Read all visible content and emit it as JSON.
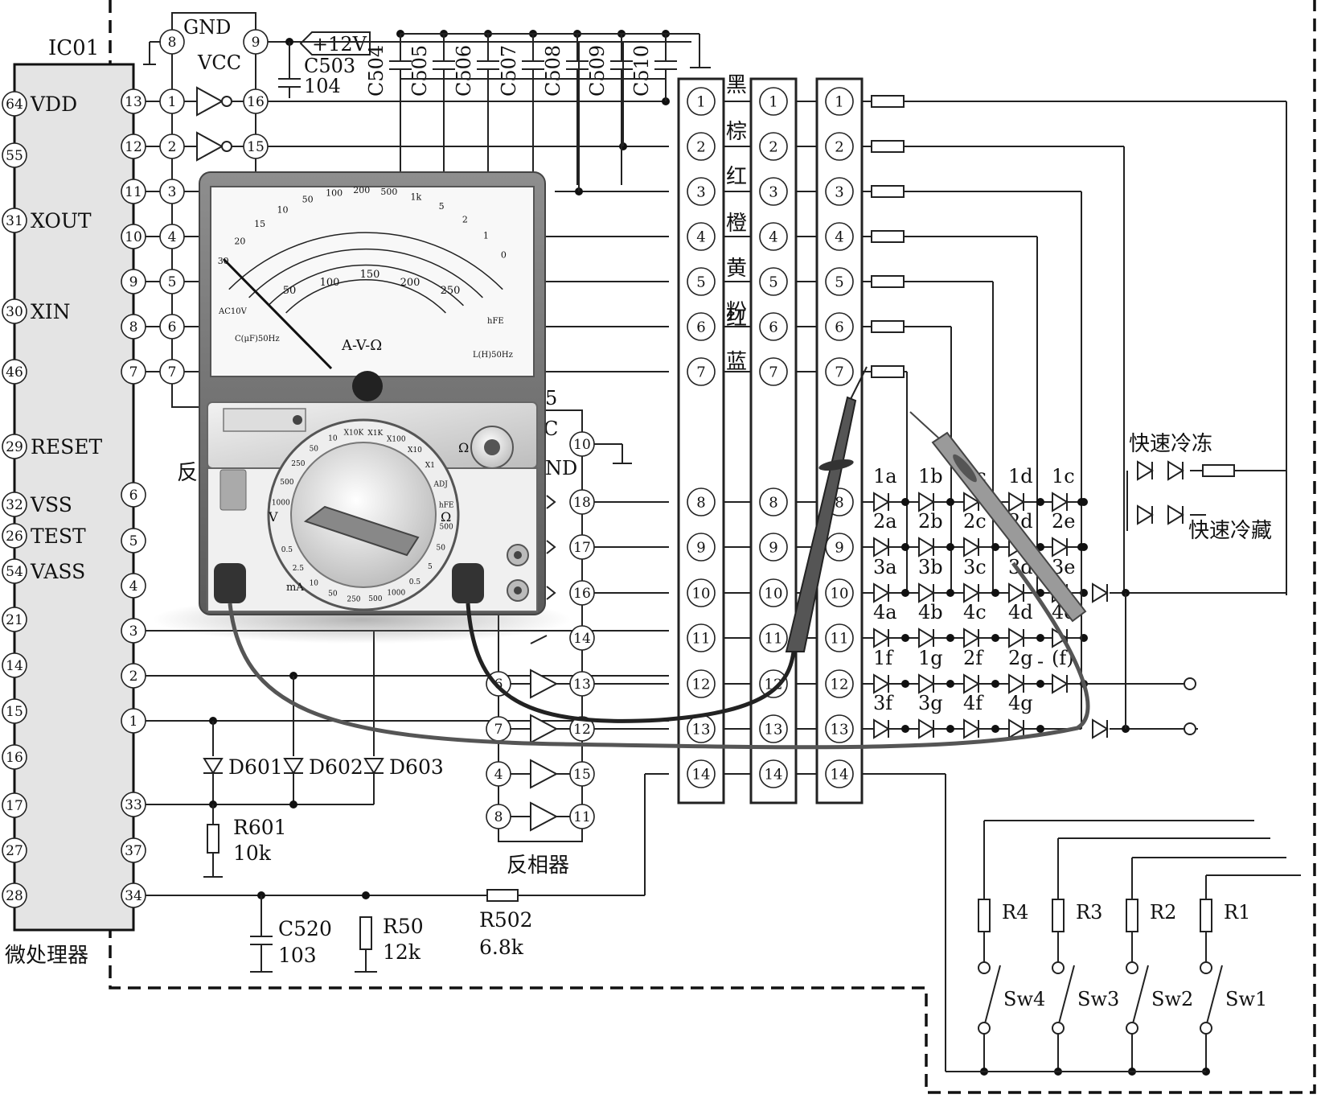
{
  "ic": {
    "ref": "IC01",
    "caption": "微处理器",
    "left_pins": [
      {
        "num": "64",
        "label": "VDD"
      },
      {
        "num": "55",
        "label": ""
      },
      {
        "num": "31",
        "label": "XOUT"
      },
      {
        "num": "30",
        "label": "XIN"
      },
      {
        "num": "46",
        "label": ""
      },
      {
        "num": "29",
        "label": "RESET"
      },
      {
        "num": "32",
        "label": "VSS"
      },
      {
        "num": "26",
        "label": "TEST"
      },
      {
        "num": "54",
        "label": "VASS"
      },
      {
        "num": "21",
        "label": ""
      },
      {
        "num": "14",
        "label": ""
      },
      {
        "num": "15",
        "label": ""
      },
      {
        "num": "16",
        "label": ""
      },
      {
        "num": "17",
        "label": ""
      },
      {
        "num": "27",
        "label": ""
      },
      {
        "num": "28",
        "label": ""
      }
    ],
    "right_pins": [
      "13",
      "12",
      "11",
      "10",
      "9",
      "8",
      "7",
      "6",
      "5",
      "4",
      "3",
      "2",
      "1",
      "33",
      "37",
      "34"
    ]
  },
  "inverter_top": {
    "gnd": "GND",
    "vcc": "VCC",
    "gnd_pin": "8",
    "vcc_pin": "9",
    "in_pins": [
      "1",
      "2",
      "3",
      "4",
      "5",
      "6",
      "7"
    ],
    "out_pins": [
      "16",
      "15"
    ],
    "side_text": "反"
  },
  "inverter_bottom": {
    "label": "反相器",
    "gnd_fragment": "ND",
    "num_fragment": "5",
    "c_fragment": "C",
    "gnd_pin": "10",
    "in_pins": [
      "6",
      "7",
      "4",
      "8"
    ],
    "out_pins": [
      "18",
      "17",
      "16",
      "14",
      "13",
      "12",
      "15",
      "11"
    ]
  },
  "supply": {
    "label": "+12V"
  },
  "caps_top": [
    {
      "ref": "C503",
      "value": "104"
    },
    {
      "ref": "C504"
    },
    {
      "ref": "C505"
    },
    {
      "ref": "C506"
    },
    {
      "ref": "C507"
    },
    {
      "ref": "C508"
    },
    {
      "ref": "C509"
    },
    {
      "ref": "C510"
    }
  ],
  "diodes_reset": [
    "D601",
    "D602",
    "D603"
  ],
  "resistors": [
    {
      "ref": "R601",
      "value": "10k"
    },
    {
      "ref": "C520",
      "value": "103"
    },
    {
      "ref": "R50",
      "value": "12k"
    },
    {
      "ref": "R502",
      "value": "6.8k"
    }
  ],
  "connector": {
    "pins": [
      "1",
      "2",
      "3",
      "4",
      "5",
      "6",
      "7",
      "8",
      "9",
      "10",
      "11",
      "12",
      "13",
      "14"
    ],
    "wire_colors": [
      "黑",
      "棕",
      "红",
      "橙",
      "黄",
      "粉",
      "红",
      "蓝"
    ]
  },
  "led_matrix": {
    "rows": [
      [
        "1a",
        "1b",
        "1c",
        "1d",
        "1c"
      ],
      [
        "2a",
        "2b",
        "2c",
        "2d",
        "2e"
      ],
      [
        "3a",
        "3b",
        "3c",
        "3d",
        "3e"
      ],
      [
        "4a",
        "4b",
        "4c",
        "4d",
        "4e"
      ],
      [
        "1f",
        "1g",
        "2f",
        "2g",
        "(f)"
      ],
      [
        "3f",
        "3g",
        "4f",
        "4g",
        ""
      ]
    ],
    "dash_label": "-"
  },
  "indicators": {
    "fast_freeze": "快速冷冻",
    "fast_chill": "快速冷藏"
  },
  "switches": [
    {
      "res": "R4",
      "sw": "Sw4"
    },
    {
      "res": "R3",
      "sw": "Sw3"
    },
    {
      "res": "R2",
      "sw": "Sw2"
    },
    {
      "res": "R1",
      "sw": "Sw1"
    }
  ],
  "multimeter": {
    "scale_title": "A-V-Ω",
    "ohm_scale": [
      "30",
      "20",
      "15",
      "10",
      "50",
      "100",
      "200",
      "500",
      "1k",
      "5",
      "2",
      "1",
      "0"
    ],
    "dc_scale": [
      "50",
      "100",
      "150",
      "200",
      "250"
    ],
    "labels": [
      "AC10V",
      "C(μF)50Hz",
      "L(H)50Hz",
      "hFE",
      "mA",
      "V",
      "Ω"
    ],
    "ranges": [
      "1000",
      "500",
      "250",
      "50",
      "10",
      "X10K",
      "X1K",
      "X100",
      "X10",
      "X1",
      "ADJ",
      "hFE",
      "500",
      "50",
      "5",
      "0.5",
      "1000",
      "500",
      "250",
      "50",
      "10",
      "2.5",
      "0.5"
    ],
    "symbols": {
      "ohm": "Ω",
      "v": "V",
      "ma": "mA"
    }
  }
}
